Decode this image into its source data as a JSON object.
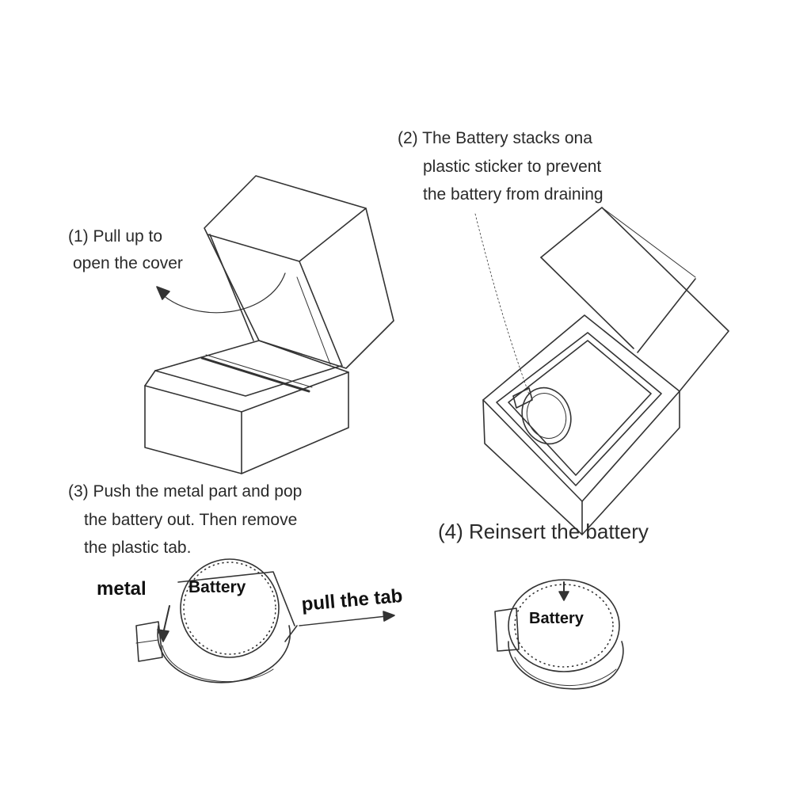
{
  "steps": {
    "s1": [
      "(1) Pull up to",
      "open the cover"
    ],
    "s2": [
      "(2) The Battery stacks ona",
      "plastic sticker to prevent",
      "the battery from draining"
    ],
    "s3": [
      "(3) Push the metal part and pop",
      "the battery out. Then remove",
      "the plastic tab."
    ],
    "s4": "(4) Reinsert the battery"
  },
  "labels": {
    "metal": "metal",
    "battery": "Battery",
    "pull_tab": "pull the tab",
    "battery2": "Battery"
  }
}
